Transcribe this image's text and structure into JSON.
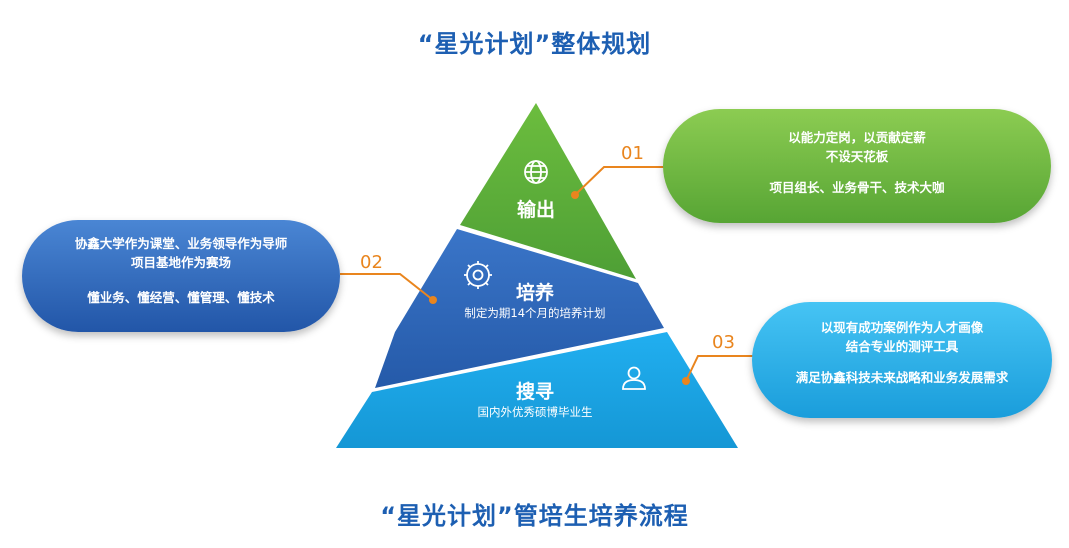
{
  "titles": {
    "top": "“星光计划”整体规划",
    "bottom": "“星光计划”管培生培养流程"
  },
  "pyramid": {
    "top": {
      "name": "输出",
      "icon": "globe-icon",
      "color": "#55a83a"
    },
    "middle": {
      "name": "培养",
      "subtitle": "制定为期14个月的培养计划",
      "icon": "gear-icon",
      "color": "#2d64b8"
    },
    "bottom": {
      "name": "搜寻",
      "subtitle": "国内外优秀硕博毕业生",
      "icon": "person-icon",
      "color": "#1aa6e4"
    }
  },
  "callouts": [
    {
      "number": "01",
      "line1": "以能力定岗，以贡献定薪",
      "line2": "不设天花板",
      "line3": "项目组长、业务骨干、技术大咖",
      "color": "#6cbd3e"
    },
    {
      "number": "02",
      "line1": "协鑫大学作为课堂、业务领导作为导师",
      "line2": "项目基地作为赛场",
      "line3": "懂业务、懂经营、懂管理、懂技术",
      "color": "#2f6cc4"
    },
    {
      "number": "03",
      "line1": "以现有成功案例作为人才画像",
      "line2": "结合专业的测评工具",
      "line3": "满足协鑫科技未来战略和业务发展需求",
      "color": "#1fb0ec"
    }
  ],
  "colors": {
    "title": "#1d5fb2",
    "leader": "#e9851e"
  }
}
